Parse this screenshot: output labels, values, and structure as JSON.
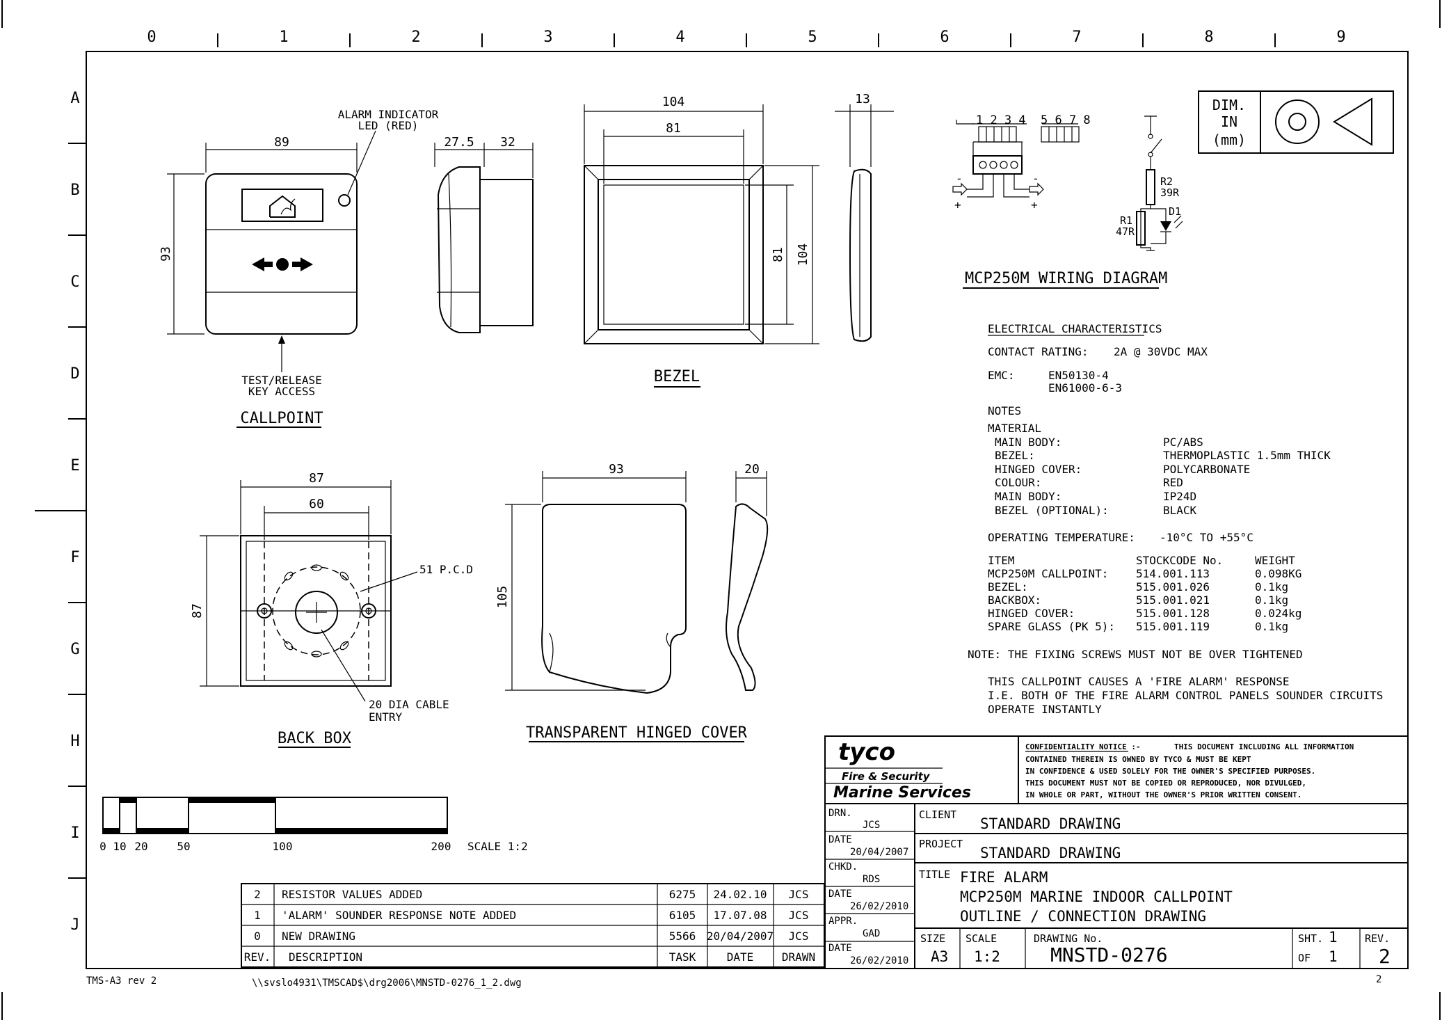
{
  "grid": {
    "columns": [
      "0",
      "1",
      "2",
      "3",
      "4",
      "5",
      "6",
      "7",
      "8",
      "9"
    ],
    "rows": [
      "A",
      "B",
      "C",
      "D",
      "E",
      "F",
      "G",
      "H",
      "I",
      "J"
    ]
  },
  "dims_box": {
    "line1": "DIM.",
    "line2": "IN",
    "line3": "(mm)"
  },
  "callpoint": {
    "title": "CALLPOINT",
    "alarm_led_1": "ALARM INDICATOR",
    "alarm_led_2": "LED (RED)",
    "test_key_1": "TEST/RELEASE",
    "test_key_2": "KEY ACCESS",
    "dim_width": "89",
    "dim_height": "93",
    "side_dim_1": "27.5",
    "side_dim_2": "32"
  },
  "bezel": {
    "title": "BEZEL",
    "dim_outer_w": "104",
    "dim_inner_w": "81",
    "dim_inner_h": "81",
    "dim_outer_h": "104",
    "dim_depth": "13"
  },
  "wiring": {
    "title": "MCP250M WIRING DIAGRAM",
    "terminals_left": "1 2 3 4",
    "terminals_right": "5 6 7 8",
    "minus": "-",
    "plus": "+",
    "r2": "R2",
    "r2_value": "39R",
    "d1": "D1",
    "r1": "R1",
    "r1_value": "47R"
  },
  "specs": {
    "elec_heading": "ELECTRICAL CHARACTERISTICS",
    "contact_label": "CONTACT RATING:",
    "contact_value": "2A @ 30VDC MAX",
    "emc_label": "EMC:",
    "emc_value_1": "EN50130-4",
    "emc_value_2": "EN61000-6-3",
    "notes": "NOTES",
    "material": "MATERIAL",
    "materials": [
      {
        "label": "MAIN BODY:",
        "value": "PC/ABS"
      },
      {
        "label": "BEZEL:",
        "value": "THERMOPLASTIC 1.5mm THICK"
      },
      {
        "label": "HINGED COVER:",
        "value": "POLYCARBONATE"
      },
      {
        "label": "COLOUR:",
        "value": "RED"
      },
      {
        "label": "MAIN BODY:",
        "value": "IP24D"
      },
      {
        "label": "BEZEL (OPTIONAL):",
        "value": "BLACK"
      }
    ],
    "operating_label": "OPERATING TEMPERATURE:",
    "operating_value": "-10°C TO +55°C",
    "item_header": [
      "ITEM",
      "STOCKCODE No.",
      "WEIGHT"
    ],
    "items": [
      {
        "item": "MCP250M CALLPOINT:",
        "code": "514.001.113",
        "weight": "0.098KG"
      },
      {
        "item": "BEZEL:",
        "code": "515.001.026",
        "weight": "0.1kg"
      },
      {
        "item": "BACKBOX:",
        "code": "515.001.021",
        "weight": "0.1kg"
      },
      {
        "item": "HINGED COVER:",
        "code": "515.001.128",
        "weight": "0.024kg"
      },
      {
        "item": "SPARE GLASS (PK 5):",
        "code": "515.001.119",
        "weight": "0.1kg"
      }
    ],
    "note_fixing": "NOTE:  THE FIXING SCREWS MUST NOT BE OVER TIGHTENED",
    "note_alarm_1": "THIS CALLPOINT CAUSES A 'FIRE ALARM' RESPONSE",
    "note_alarm_2": "I.E. BOTH OF THE FIRE ALARM CONTROL PANELS SOUNDER CIRCUITS",
    "note_alarm_3": "OPERATE INSTANTLY"
  },
  "backbox": {
    "title": "BACK BOX",
    "dim_outer": "87",
    "dim_inner": "60",
    "dim_height": "87",
    "pcd": "51 P.C.D",
    "cable_1": "20 DIA CABLE",
    "cable_2": "ENTRY"
  },
  "cover": {
    "title": "TRANSPARENT HINGED COVER",
    "dim_width": "93",
    "dim_depth": "20",
    "dim_height": "105"
  },
  "scale_bar": {
    "ticks": [
      "0",
      "10",
      "20",
      "50",
      "100",
      "200"
    ],
    "label": "SCALE   1:2"
  },
  "revisions": {
    "rows": [
      {
        "rev": "2",
        "desc": "RESISTOR VALUES ADDED",
        "task": "6275",
        "date": "24.02.10",
        "by": "JCS"
      },
      {
        "rev": "1",
        "desc": "'ALARM' SOUNDER RESPONSE NOTE ADDED",
        "task": "6105",
        "date": "17.07.08",
        "by": "JCS"
      },
      {
        "rev": "0",
        "desc": "NEW DRAWING",
        "task": "5566",
        "date": "20/04/2007",
        "by": "JCS"
      }
    ],
    "header": {
      "rev": "REV.",
      "desc": "DESCRIPTION",
      "task": "TASK",
      "date": "DATE",
      "by": "DRAWN"
    }
  },
  "title_block": {
    "logo": "tyco",
    "logo_sub_1": "Fire & Security",
    "logo_sub_2": "Marine Services",
    "conf_heading": "CONFIDENTIALITY NOTICE :-",
    "conf_1": "THIS DOCUMENT INCLUDING ALL INFORMATION",
    "conf_2": "CONTAINED THEREIN IS OWNED BY TYCO & MUST BE KEPT",
    "conf_3": "IN CONFIDENCE & USED SOLELY FOR THE OWNER'S SPECIFIED PURPOSES.",
    "conf_4": "THIS DOCUMENT MUST NOT BE COPIED OR REPRODUCED, NOR DIVULGED,",
    "conf_5": "IN WHOLE OR PART, WITHOUT THE OWNER'S PRIOR WRITTEN CONSENT.",
    "drn_label": "DRN.",
    "drn_value": "JCS",
    "date1_label": "DATE",
    "date1_value": "20/04/2007",
    "chkd_label": "CHKD.",
    "chkd_value": "RDS",
    "date2_label": "DATE",
    "date2_value": "26/02/2010",
    "appr_label": "APPR.",
    "appr_value": "GAD",
    "date3_label": "DATE",
    "date3_value": "26/02/2010",
    "client_label": "CLIENT",
    "client_value": "STANDARD DRAWING",
    "project_label": "PROJECT",
    "project_value": "STANDARD DRAWING",
    "title_label": "TITLE",
    "title_1": "FIRE ALARM",
    "title_2": "MCP250M MARINE INDOOR CALLPOINT",
    "title_3": "OUTLINE / CONNECTION DRAWING",
    "size_label": "SIZE",
    "size_value": "A3",
    "scale_label": "SCALE",
    "scale_value": "1:2",
    "dwg_label": "DRAWING No.",
    "dwg_value": "MNSTD-0276",
    "sht_label": "SHT.",
    "sht_value": "1",
    "of_label": "OF",
    "of_value": "1",
    "rev_label": "REV.",
    "rev_value": "2"
  },
  "footer": {
    "template": "TMS-A3 rev 2",
    "path": "\\\\svslo4931\\TMSCAD$\\drg2006\\MNSTD-0276_1_2.dwg",
    "page": "2"
  }
}
